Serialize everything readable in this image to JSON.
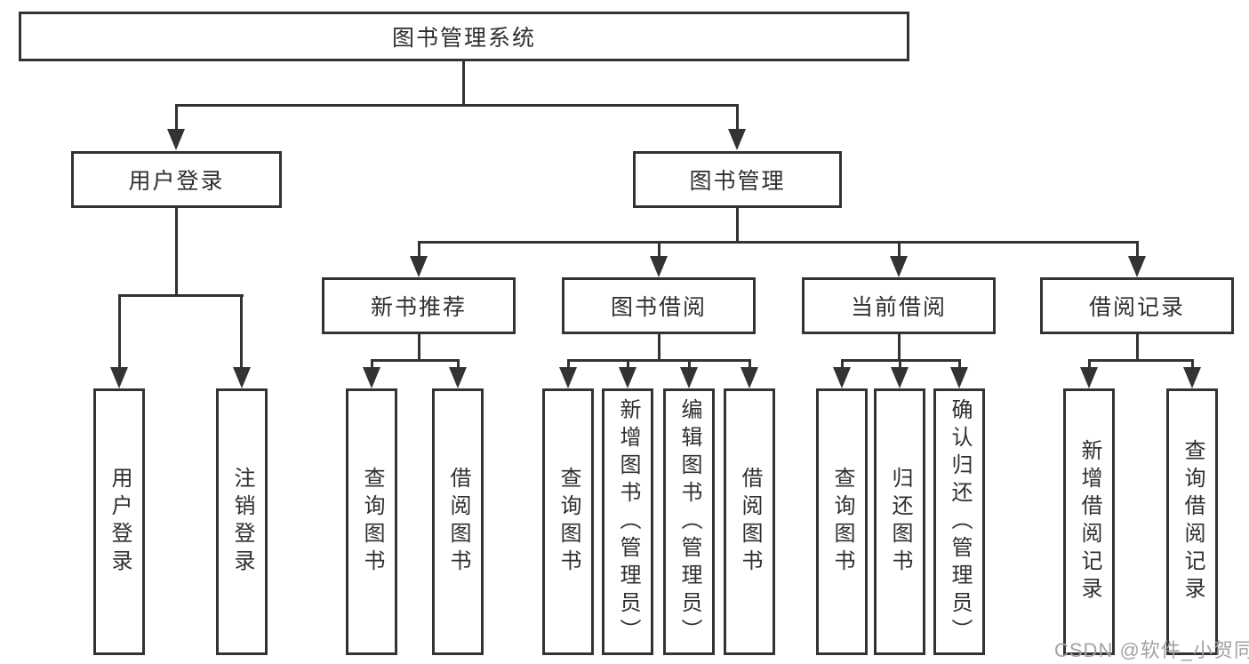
{
  "tree": {
    "root": "图书管理系统",
    "branches": [
      {
        "label": "用户登录",
        "children": [
          {
            "label": "用户登录"
          },
          {
            "label": "注销登录"
          }
        ]
      },
      {
        "label": "图书管理",
        "children": [
          {
            "label": "新书推荐",
            "children": [
              {
                "label": "查询图书"
              },
              {
                "label": "借阅图书"
              }
            ]
          },
          {
            "label": "图书借阅",
            "children": [
              {
                "label": "查询图书"
              },
              {
                "label": "新增图书（管理员）"
              },
              {
                "label": "编辑图书（管理员）"
              },
              {
                "label": "借阅图书"
              }
            ]
          },
          {
            "label": "当前借阅",
            "children": [
              {
                "label": "查询图书"
              },
              {
                "label": "归还图书"
              },
              {
                "label": "确认归还（管理员）"
              }
            ]
          },
          {
            "label": "借阅记录",
            "children": [
              {
                "label": "新增借阅记录"
              },
              {
                "label": "查询借阅记录"
              }
            ]
          }
        ]
      }
    ]
  },
  "watermark": "CSDN @软件_小贺同学",
  "colors": {
    "line": "#333333",
    "text": "#2f2f2f",
    "watermark": "#a3a3a3",
    "background": "#ffffff"
  }
}
